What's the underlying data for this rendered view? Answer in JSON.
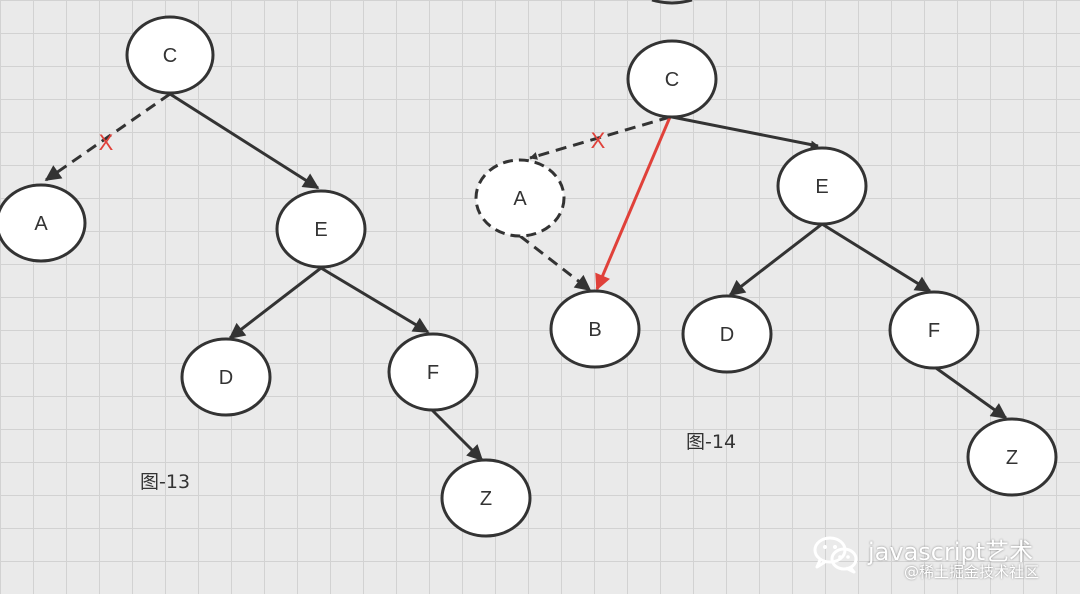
{
  "figure13": {
    "caption": "图-13",
    "nodes": {
      "C": "C",
      "A": "A",
      "E": "E",
      "D": "D",
      "F": "F",
      "Z": "Z"
    },
    "cut_mark": "X"
  },
  "figure14": {
    "caption": "图-14",
    "nodes": {
      "C": "C",
      "A": "A",
      "B": "B",
      "E": "E",
      "D": "D",
      "F": "F",
      "Z": "Z"
    },
    "cut_mark": "X"
  },
  "colors": {
    "stroke": "#333333",
    "highlight_edge": "#e0413a",
    "cut_mark": "#e0413a",
    "node_fill": "#ffffff"
  },
  "watermark": {
    "title": "javascript艺术",
    "subtitle": "@稀土掘金技术社区",
    "icon": "wechat-icon"
  }
}
